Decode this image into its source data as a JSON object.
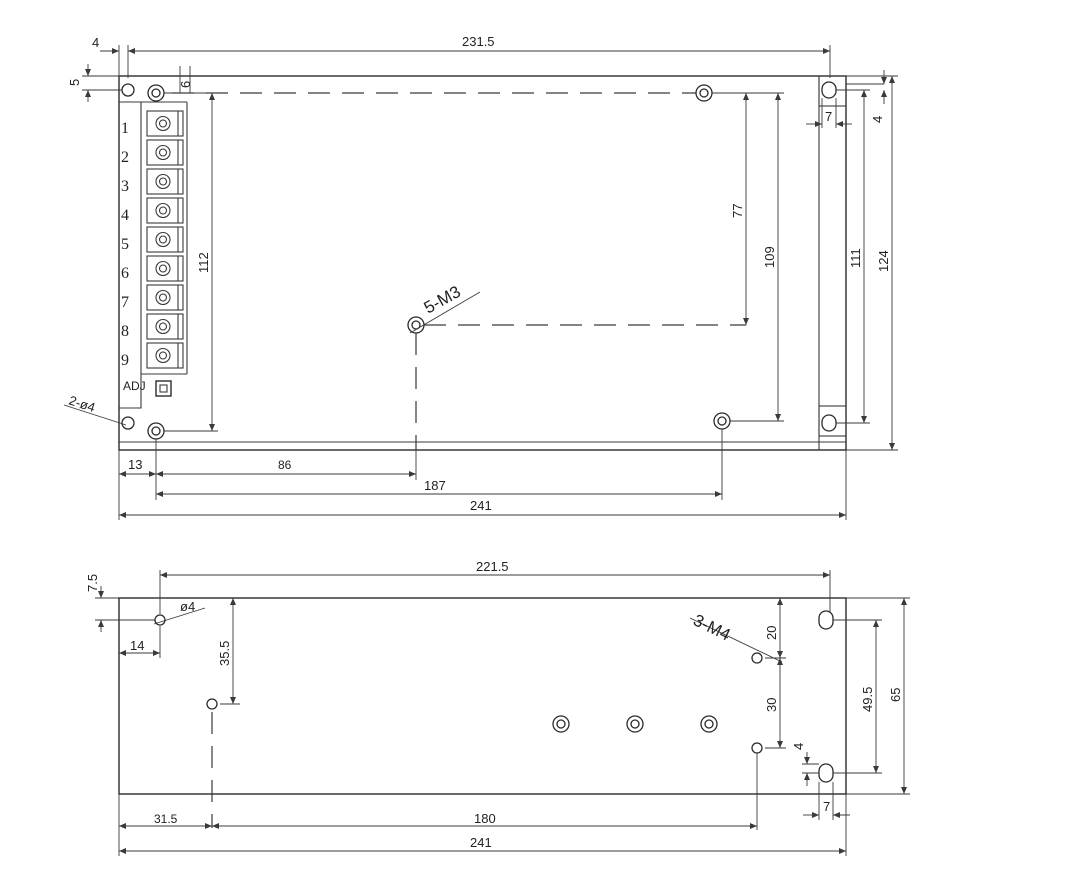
{
  "top_view": {
    "dimensions": {
      "width_top": "231.5",
      "offset_left": "4",
      "offset_top": "5",
      "hole_offset": "6",
      "height_left": "112",
      "height_mid": "77",
      "height_right": "109",
      "height_111": "111",
      "height_124": "124",
      "slot_width": "7",
      "slot_offset": "4",
      "bottom_13": "13",
      "bottom_86": "86",
      "bottom_187": "187",
      "bottom_241": "241"
    },
    "callouts": {
      "screws": "5-M3",
      "holes": "2-ø4"
    },
    "terminals": [
      "1",
      "2",
      "3",
      "4",
      "5",
      "6",
      "7",
      "8",
      "9"
    ],
    "adj_label": "ADJ"
  },
  "bottom_view": {
    "dimensions": {
      "width_top": "221.5",
      "offset_top": "7.5",
      "hole_dia": "ø4",
      "offset_left": "14",
      "height_35_5": "35.5",
      "height_20": "20",
      "height_30": "30",
      "height_49_5": "49.5",
      "height_65": "65",
      "slot_offset": "4",
      "slot_width": "7",
      "bottom_31_5": "31.5",
      "bottom_180": "180",
      "bottom_241": "241"
    },
    "callouts": {
      "screws": "3-M4"
    }
  }
}
